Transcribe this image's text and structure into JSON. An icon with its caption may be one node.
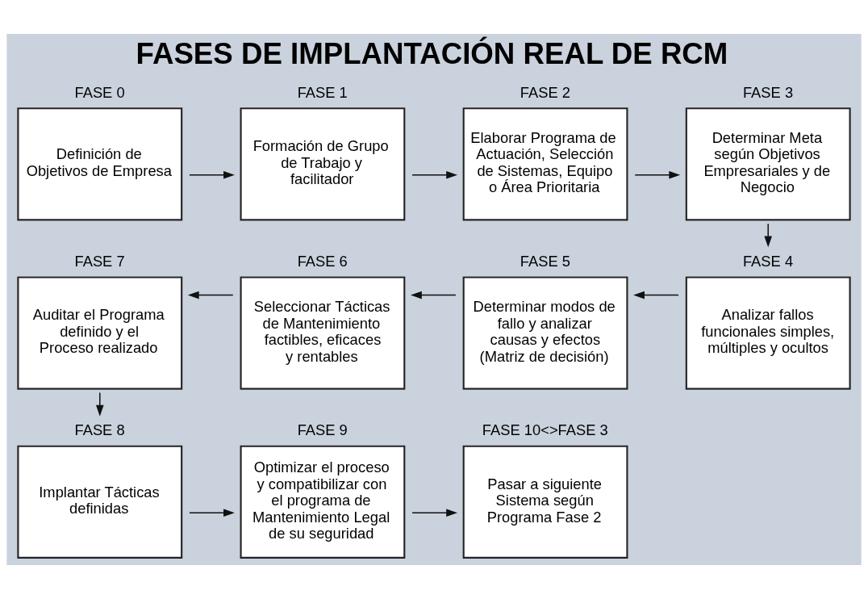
{
  "diagram": {
    "title": "FASES DE IMPLANTACIÓN REAL DE RCM",
    "nodes": [
      {
        "text": [
          "FASE 0",
          "Definición de Objetivos de Empresa"
        ]
      },
      {
        "text": [
          "FASE 1",
          "Formación de Grupo de Trabajo y facilitador"
        ]
      },
      {
        "text": [
          "FASE 2",
          "Elaborar Programa de Actuación, Selección de Sistemas, Equipo o Área Prioritaria"
        ]
      },
      {
        "text": [
          "FASE 3",
          "Determinar Meta según Objetivos Empresariales y de Negocio"
        ]
      },
      {
        "text": [
          "FASE 4",
          "Analizar fallos funcionales simples, múltiples y ocultos"
        ]
      },
      {
        "text": [
          "FASE 5",
          "Determinar modos de fallo y analizar causas y efectos (Matriz de decisión)"
        ]
      },
      {
        "text": [
          "FASE 6",
          "Seleccionar Tácticas de Mantenimiento factibles, eficaces y rentables"
        ]
      },
      {
        "text": [
          "FASE 7",
          "Auditar el Programa definido y el Proceso realizado"
        ]
      },
      {
        "text": [
          "FASE 8",
          "Implantar Tácticas definidas"
        ]
      },
      {
        "text": [
          "FASE 9",
          "Optimizar el proceso y compatibilizar con el programa de Mantenimiento Legal de su seguridad"
        ]
      },
      {
        "text": [
          "FASE 10<>FASE 3",
          "Pasar a siguiente Sistema según Programa Fase 2"
        ]
      }
    ],
    "edges": [
      {
        "from": 0,
        "to": 1,
        "arrow": "to"
      },
      {
        "from": 1,
        "to": 2,
        "arrow": "to"
      },
      {
        "from": 2,
        "to": 3,
        "arrow": "to"
      },
      {
        "from": 3,
        "to": 4,
        "arrow": "to"
      },
      {
        "from": 4,
        "to": 5,
        "arrow": "to"
      },
      {
        "from": 5,
        "to": 6,
        "arrow": "to"
      },
      {
        "from": 6,
        "to": 7,
        "arrow": "to"
      },
      {
        "from": 7,
        "to": 8,
        "arrow": "to"
      },
      {
        "from": 8,
        "to": 9,
        "arrow": "to"
      },
      {
        "from": 9,
        "to": 10,
        "arrow": "to"
      }
    ]
  }
}
